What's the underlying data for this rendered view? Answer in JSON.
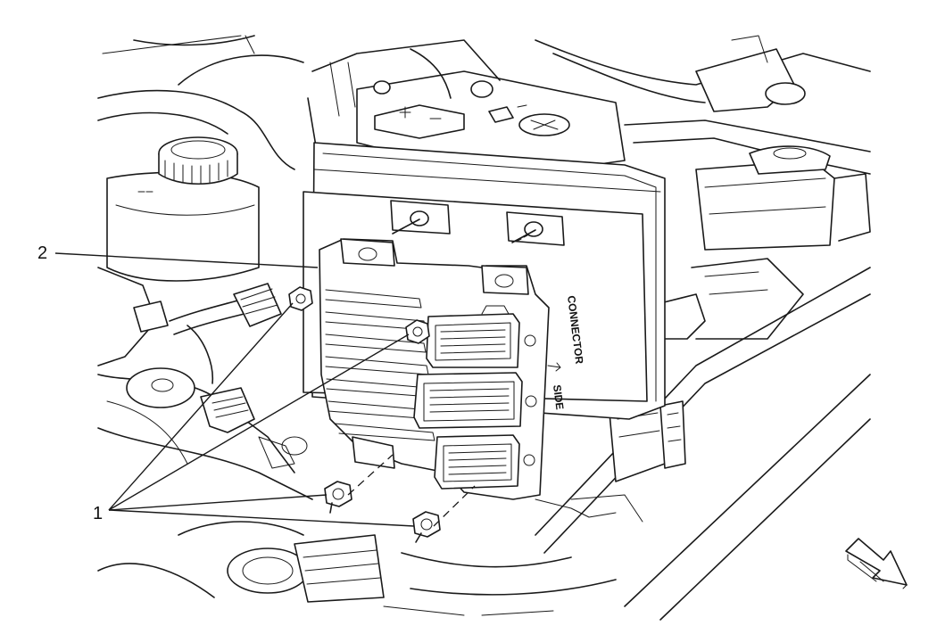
{
  "diagram": {
    "callouts": [
      {
        "id": "callout-1",
        "text": "1"
      },
      {
        "id": "callout-2",
        "text": "2"
      }
    ],
    "module_label": {
      "line1": "CONNECTOR",
      "line2": "SIDE"
    },
    "icons": {
      "direction_arrow": "front-of-vehicle-arrow-icon"
    }
  }
}
